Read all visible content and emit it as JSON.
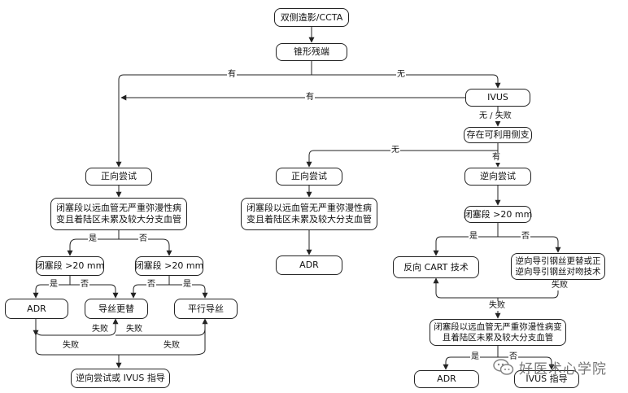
{
  "nodes": {
    "start": "双侧造影/CCTA",
    "stump": "锥形残端",
    "ivus": "IVUS",
    "side_branch": "存在可利用侧支",
    "antegrade_left": "正向尝试",
    "antegrade_mid": "正向尝试",
    "retrograde": "逆向尝试",
    "cond_left": "闭塞段以远血管无严重弥漫性病变且着陆区未累及较大分支血管",
    "cond_mid": "闭塞段以远血管无严重弥漫性病变且着陆区未累及较大分支血管",
    "len_left_a": "闭塞段 >20 mm",
    "len_left_b": "闭塞段 >20 mm",
    "len_right": "闭塞段 >20 mm",
    "adr_left": "ADR",
    "wire_escalation": "导丝更替",
    "parallel_wire": "平行导丝",
    "retro_ivus": "逆向尝试或 IVUS 指导",
    "adr_mid": "ADR",
    "reverse_cart": "反向 CART 技术",
    "retro_exchange": "逆向导引钢丝更替或正逆向导引钢丝对吻技术",
    "cond_right": "闭塞段以远血管无严重弥漫性病变且着陆区未累及较大分支血管",
    "adr_right": "ADR",
    "ivus_guide": "IVUS 指导"
  },
  "edge_labels": {
    "has_1": "有",
    "none_1": "无",
    "has_2": "有",
    "none_fail": "无 / 失败",
    "none_2": "无",
    "has_3": "有",
    "yes_l1": "是",
    "no_l1": "否",
    "yes_l2": "是",
    "no_l2": "否",
    "no_l3": "否",
    "yes_l3": "是",
    "fail_1": "失败",
    "fail_2": "失败",
    "fail_3": "失败",
    "fail_4": "失败",
    "yes_r1": "是",
    "no_r1": "否",
    "fail_r1": "失败",
    "fail_r2": "失败",
    "yes_r2": "是",
    "no_r2": "否"
  },
  "watermark": {
    "text": "好医术心学院",
    "icon": "wechat-logo"
  }
}
